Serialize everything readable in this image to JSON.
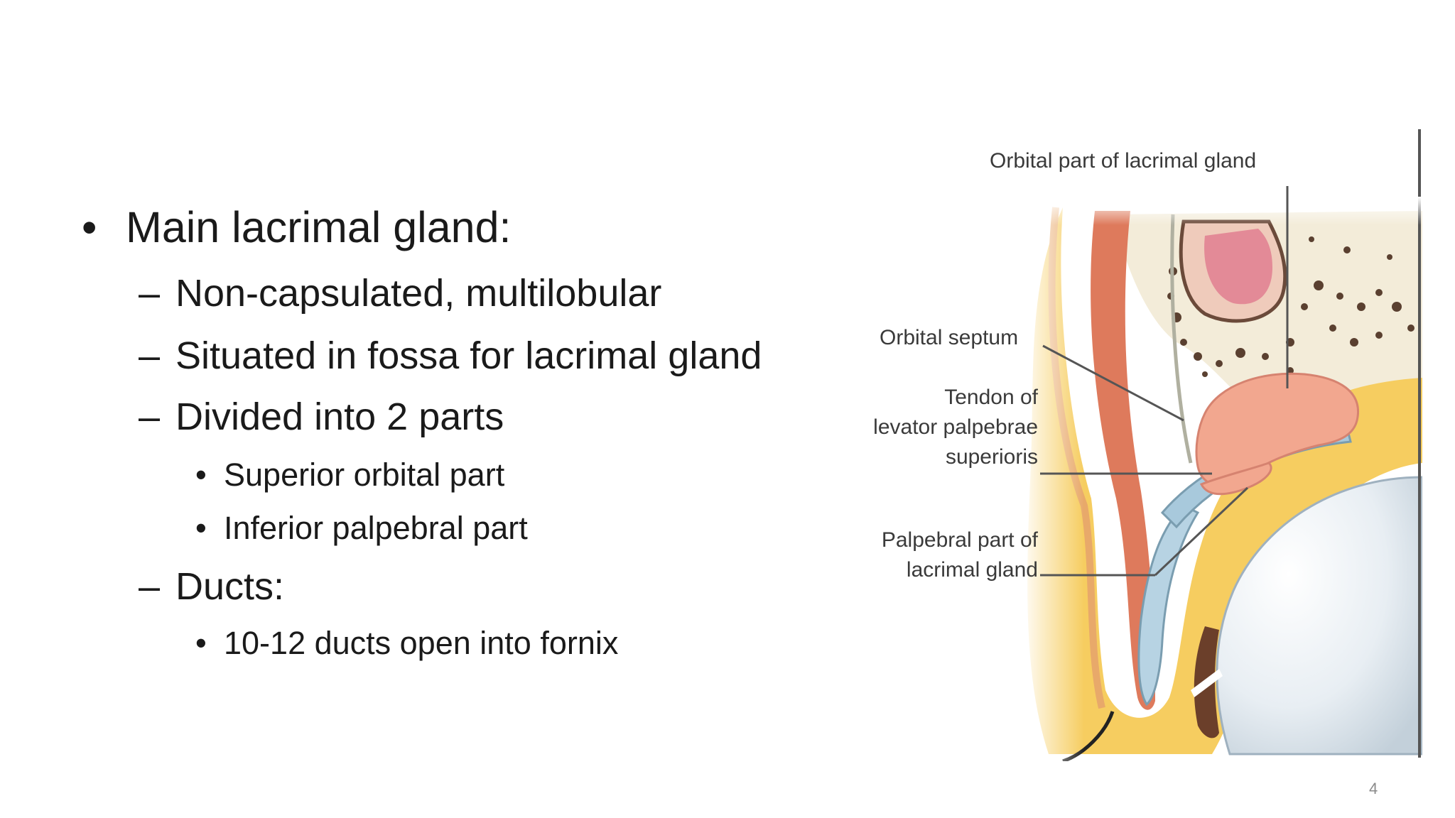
{
  "bullets": {
    "main": "Main lacrimal gland:",
    "sub1": "Non-capsulated, multilobular",
    "sub2": "Situated in fossa for lacrimal gland",
    "sub3": "Divided into 2 parts",
    "sub3_items": [
      "Superior orbital part",
      "Inferior palpebral part"
    ],
    "sub4": "Ducts:",
    "sub4_items": [
      "10-12 ducts open into fornix"
    ],
    "marker_l1": "•",
    "marker_l2": "–",
    "marker_l3": "•"
  },
  "figure": {
    "labels": {
      "orbital_part": "Orbital part of lacrimal gland",
      "orbital_septum": "Orbital septum",
      "tendon_line1": "Tendon of",
      "tendon_line2": "levator palpebrae",
      "tendon_line3": "superioris",
      "palpebral_line1": "Palpebral part of",
      "palpebral_line2": "lacrimal gland"
    }
  },
  "page_number": "4"
}
